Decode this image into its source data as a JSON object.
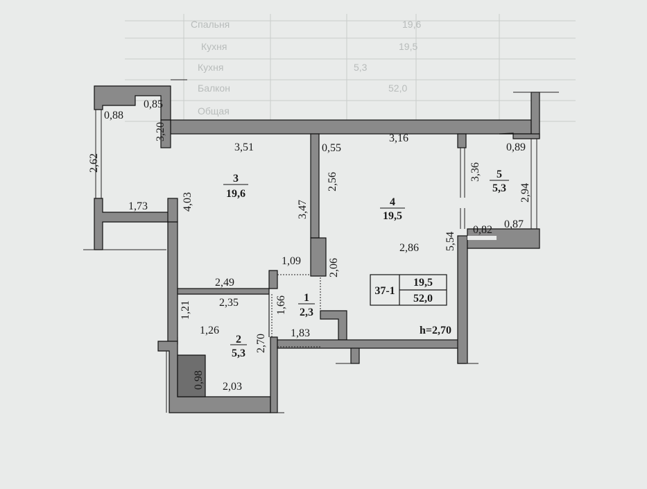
{
  "background_table": {
    "rows": [
      "Спальня",
      "Кухня",
      "Кухня",
      "Балкон",
      "Общая"
    ],
    "values": [
      "19,6",
      "19,5",
      "5,3",
      "52,0"
    ]
  },
  "rooms": [
    {
      "num": "1",
      "area": "2,3"
    },
    {
      "num": "2",
      "area": "5,3"
    },
    {
      "num": "3",
      "area": "19,6"
    },
    {
      "num": "4",
      "area": "19,5"
    },
    {
      "num": "5",
      "area": "5,3"
    }
  ],
  "summary": {
    "apt": "37-1",
    "living": "19,5",
    "total": "52,0"
  },
  "height": "h=2,70",
  "dims": {
    "d088": "0,88",
    "d085": "0,85",
    "d320": "3,20",
    "d262": "2,62",
    "d351": "3,51",
    "d403": "4,03",
    "d173": "1,73",
    "d347": "3,47",
    "d055": "0,55",
    "d256": "2,56",
    "d316": "3,16",
    "d089": "0,89",
    "d336": "3,36",
    "d294": "2,94",
    "d082": "0,82",
    "d087": "0,87",
    "d554": "5,54",
    "d286": "2,86",
    "d109": "1,09",
    "d206": "2,06",
    "d249": "2,49",
    "d235": "2,35",
    "d121": "1,21",
    "d166": "1,66",
    "d126": "1,26",
    "d270": "2,70",
    "d183": "1,83",
    "d098": "0,98",
    "d203": "2,03"
  }
}
